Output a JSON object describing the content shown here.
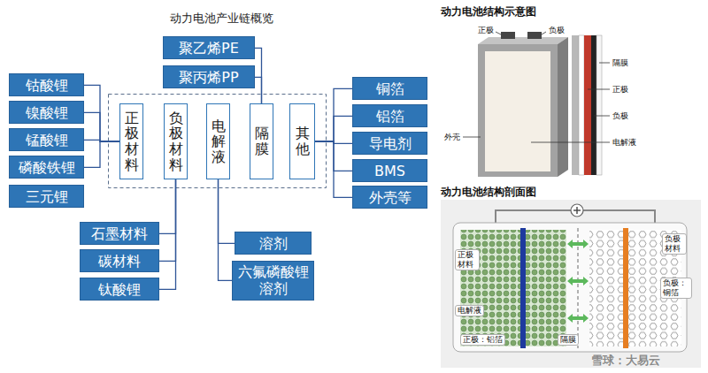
{
  "diagram": {
    "title": "动力电池产业链概览",
    "nodes": [
      {
        "text": [
          "聚乙烯PE"
        ]
      },
      {
        "text": [
          "聚丙烯PP"
        ]
      },
      {
        "text": [
          "钴酸锂"
        ]
      },
      {
        "text": [
          "镍酸锂"
        ]
      },
      {
        "text": [
          "锰酸锂"
        ]
      },
      {
        "text": [
          "磷酸铁锂"
        ]
      },
      {
        "text": [
          "三元锂"
        ]
      },
      {
        "text": [
          "正极材料"
        ]
      },
      {
        "text": [
          "负极材料"
        ]
      },
      {
        "text": [
          "电解液"
        ]
      },
      {
        "text": [
          "隔膜"
        ]
      },
      {
        "text": [
          "其他"
        ]
      },
      {
        "text": [
          "铜箔"
        ]
      },
      {
        "text": [
          "铝箔"
        ]
      },
      {
        "text": [
          "导电剂"
        ]
      },
      {
        "text": [
          "BMS"
        ]
      },
      {
        "text": [
          "外壳等"
        ]
      },
      {
        "text": [
          "石墨材料"
        ]
      },
      {
        "text": [
          "碳材料"
        ]
      },
      {
        "text": [
          "钛酸锂"
        ]
      },
      {
        "text": [
          "溶剂"
        ]
      },
      {
        "text": [
          "六氟磷酸锂溶剂"
        ]
      }
    ],
    "edges": [
      {
        "from": 7,
        "to": 2,
        "arrow": "none"
      },
      {
        "from": 7,
        "to": 3,
        "arrow": "none"
      },
      {
        "from": 7,
        "to": 4,
        "arrow": "none"
      },
      {
        "from": 7,
        "to": 5,
        "arrow": "none"
      },
      {
        "from": 10,
        "to": 0,
        "arrow": "none"
      },
      {
        "from": 10,
        "to": 1,
        "arrow": "none"
      },
      {
        "from": 8,
        "to": 17,
        "arrow": "none"
      },
      {
        "from": 8,
        "to": 18,
        "arrow": "none"
      },
      {
        "from": 8,
        "to": 19,
        "arrow": "none"
      },
      {
        "from": 9,
        "to": 20,
        "arrow": "none"
      },
      {
        "from": 9,
        "to": 21,
        "arrow": "none"
      },
      {
        "from": 11,
        "to": 12,
        "arrow": "none"
      },
      {
        "from": 11,
        "to": 13,
        "arrow": "none"
      },
      {
        "from": 11,
        "to": 14,
        "arrow": "none"
      },
      {
        "from": 11,
        "to": 15,
        "arrow": "none"
      },
      {
        "from": 11,
        "to": 16,
        "arrow": "none"
      }
    ],
    "labels": [
      "动力电池结构示意图",
      "正极",
      "负极",
      "隔膜",
      "正极",
      "负极",
      "电解液",
      "外壳",
      "动力电池结构剖面图",
      "正极材料",
      "电解液",
      "正极：铝箔",
      "隔膜",
      "负极材料",
      "负极：铜箔",
      "雪球：大易云"
    ]
  }
}
